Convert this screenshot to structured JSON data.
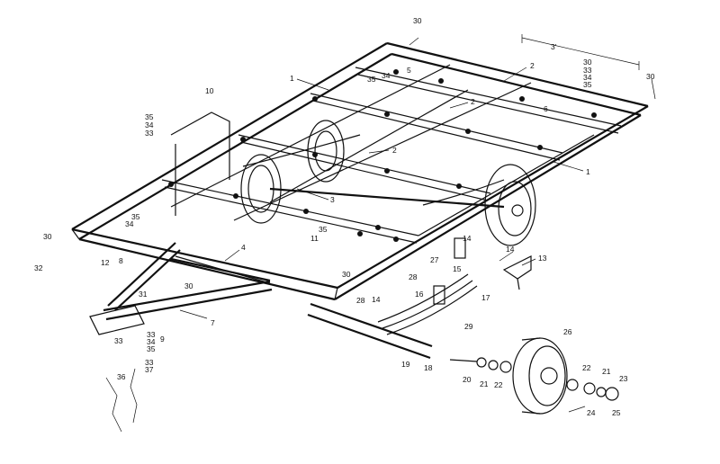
{
  "labels": {
    "dim": "3'",
    "n1": "1",
    "n2": "2",
    "n3": "3",
    "n4": "4",
    "n5": "5",
    "n6": "6",
    "n7": "7",
    "n8": "8",
    "n9": "9",
    "n10": "10",
    "n11": "11",
    "n12": "12",
    "n13": "13",
    "n14": "14",
    "n15": "15",
    "n16": "16",
    "n17": "17",
    "n18": "18",
    "n19": "19",
    "n20": "20",
    "n21": "21",
    "n22": "22",
    "n23": "23",
    "n24": "24",
    "n25": "25",
    "n26": "26",
    "n27": "27",
    "n28": "28",
    "n29": "29",
    "n30": "30",
    "n31": "31",
    "n32": "32",
    "n33": "33",
    "n34": "34",
    "n35": "35",
    "n36": "36",
    "n37": "37"
  }
}
